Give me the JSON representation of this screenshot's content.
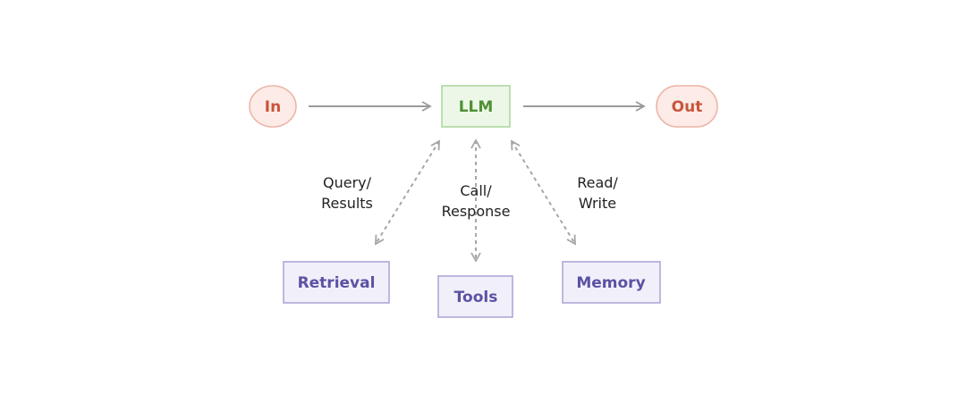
{
  "nodes": {
    "input": {
      "label": "In"
    },
    "llm": {
      "label": "LLM"
    },
    "output": {
      "label": "Out"
    },
    "retrieval": {
      "label": "Retrieval"
    },
    "tools": {
      "label": "Tools"
    },
    "memory": {
      "label": "Memory"
    }
  },
  "edge_labels": {
    "retrieval": {
      "line1": "Query/",
      "line2": "Results"
    },
    "tools": {
      "line1": "Call/",
      "line2": "Response"
    },
    "memory": {
      "line1": "Read/",
      "line2": "Write"
    }
  },
  "colors": {
    "io_fill": "#fcebe6",
    "io_stroke": "#ecb3a5",
    "io_text": "#c8553c",
    "llm_fill": "#edf7e8",
    "llm_stroke": "#a9d59c",
    "llm_text": "#4f9133",
    "aug_fill": "#f1f0fa",
    "aug_stroke": "#a8a2d6",
    "aug_text": "#5b52a3",
    "arrow": "#9a9a9a"
  }
}
